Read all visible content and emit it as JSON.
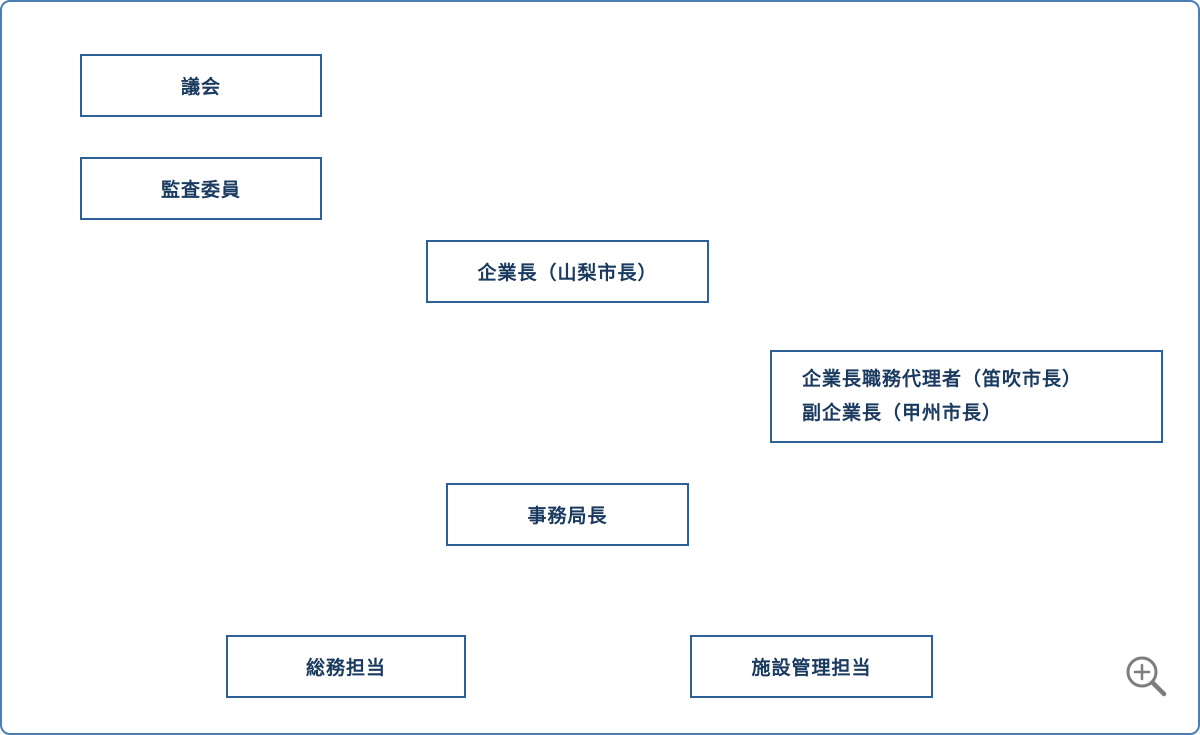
{
  "diagram": {
    "title": "org-chart",
    "colors": {
      "outer_border": "#4a7eb5",
      "box_border": "#2d6096",
      "text": "#1a3a5f",
      "zoom_icon": "#7d7d7d"
    },
    "nodes": [
      {
        "id": "gikai",
        "label": "議会"
      },
      {
        "id": "kansaiin",
        "label": "監査委員"
      },
      {
        "id": "kigyocho",
        "label": "企業長（山梨市長）"
      },
      {
        "id": "dairisha",
        "lines": [
          "企業長職務代理者（笛吹市長）",
          "副企業長（甲州市長）"
        ]
      },
      {
        "id": "jimukyokucho",
        "label": "事務局長"
      },
      {
        "id": "somu",
        "label": "総務担当"
      },
      {
        "id": "shisetsu",
        "label": "施設管理担当"
      }
    ]
  }
}
